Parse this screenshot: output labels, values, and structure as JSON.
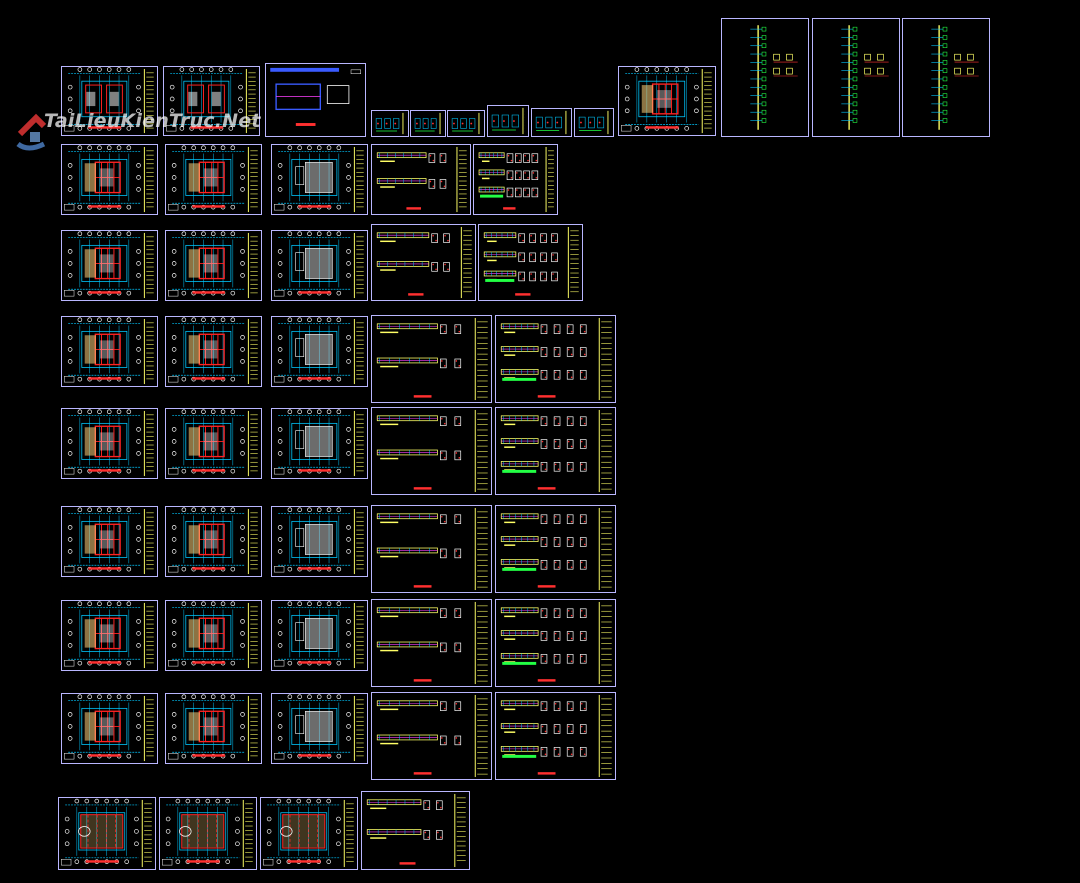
{
  "viewer": {
    "background": "#000000",
    "sheet_border_color": "#b9b6ff",
    "accent_colors": {
      "title_block": "#ffff66",
      "dimension": "#00c8ff",
      "column_grid": "#ff2222",
      "wall": "#ffd27a",
      "hatch": "#ffffff",
      "section_bar": "#ff3030",
      "rebar": "#22ff44",
      "magenta": "#ff40ff"
    }
  },
  "watermark": {
    "text": "TaiLieuKienTruc.Net",
    "logo_icon": "house-logo-icon"
  },
  "sheet_layout": {
    "rows": [
      {
        "id": "r0",
        "sheets": [
          "plan-site",
          "plan-site",
          "elev-blue",
          "detail-mini",
          "detail-mini",
          "detail-mini",
          "detail-mini",
          "detail-mini",
          "detail-mini",
          "plan-red",
          "column-schedule",
          "column-schedule",
          "column-schedule"
        ]
      },
      {
        "id": "r1",
        "sheets": [
          "plan-red",
          "plan-red",
          "plan-gray",
          "beam",
          "beam-detail"
        ]
      },
      {
        "id": "r2",
        "sheets": [
          "plan-red",
          "plan-red",
          "plan-gray",
          "beam",
          "beam-detail"
        ]
      },
      {
        "id": "r3",
        "sheets": [
          "plan-red",
          "plan-red",
          "plan-gray",
          "beam",
          "beam-detail"
        ]
      },
      {
        "id": "r4",
        "sheets": [
          "plan-red",
          "plan-red",
          "plan-gray",
          "beam",
          "beam-detail"
        ]
      },
      {
        "id": "r5",
        "sheets": [
          "plan-red",
          "plan-red",
          "plan-gray",
          "beam",
          "beam-detail"
        ]
      },
      {
        "id": "r6",
        "sheets": [
          "plan-red",
          "plan-red",
          "plan-gray",
          "beam",
          "beam-detail"
        ]
      },
      {
        "id": "r7",
        "sheets": [
          "plan-red",
          "plan-red",
          "plan-gray",
          "beam",
          "beam-detail"
        ]
      },
      {
        "id": "r8",
        "sheets": [
          "plan-roof",
          "plan-roof",
          "plan-roof",
          "beam"
        ]
      }
    ]
  }
}
